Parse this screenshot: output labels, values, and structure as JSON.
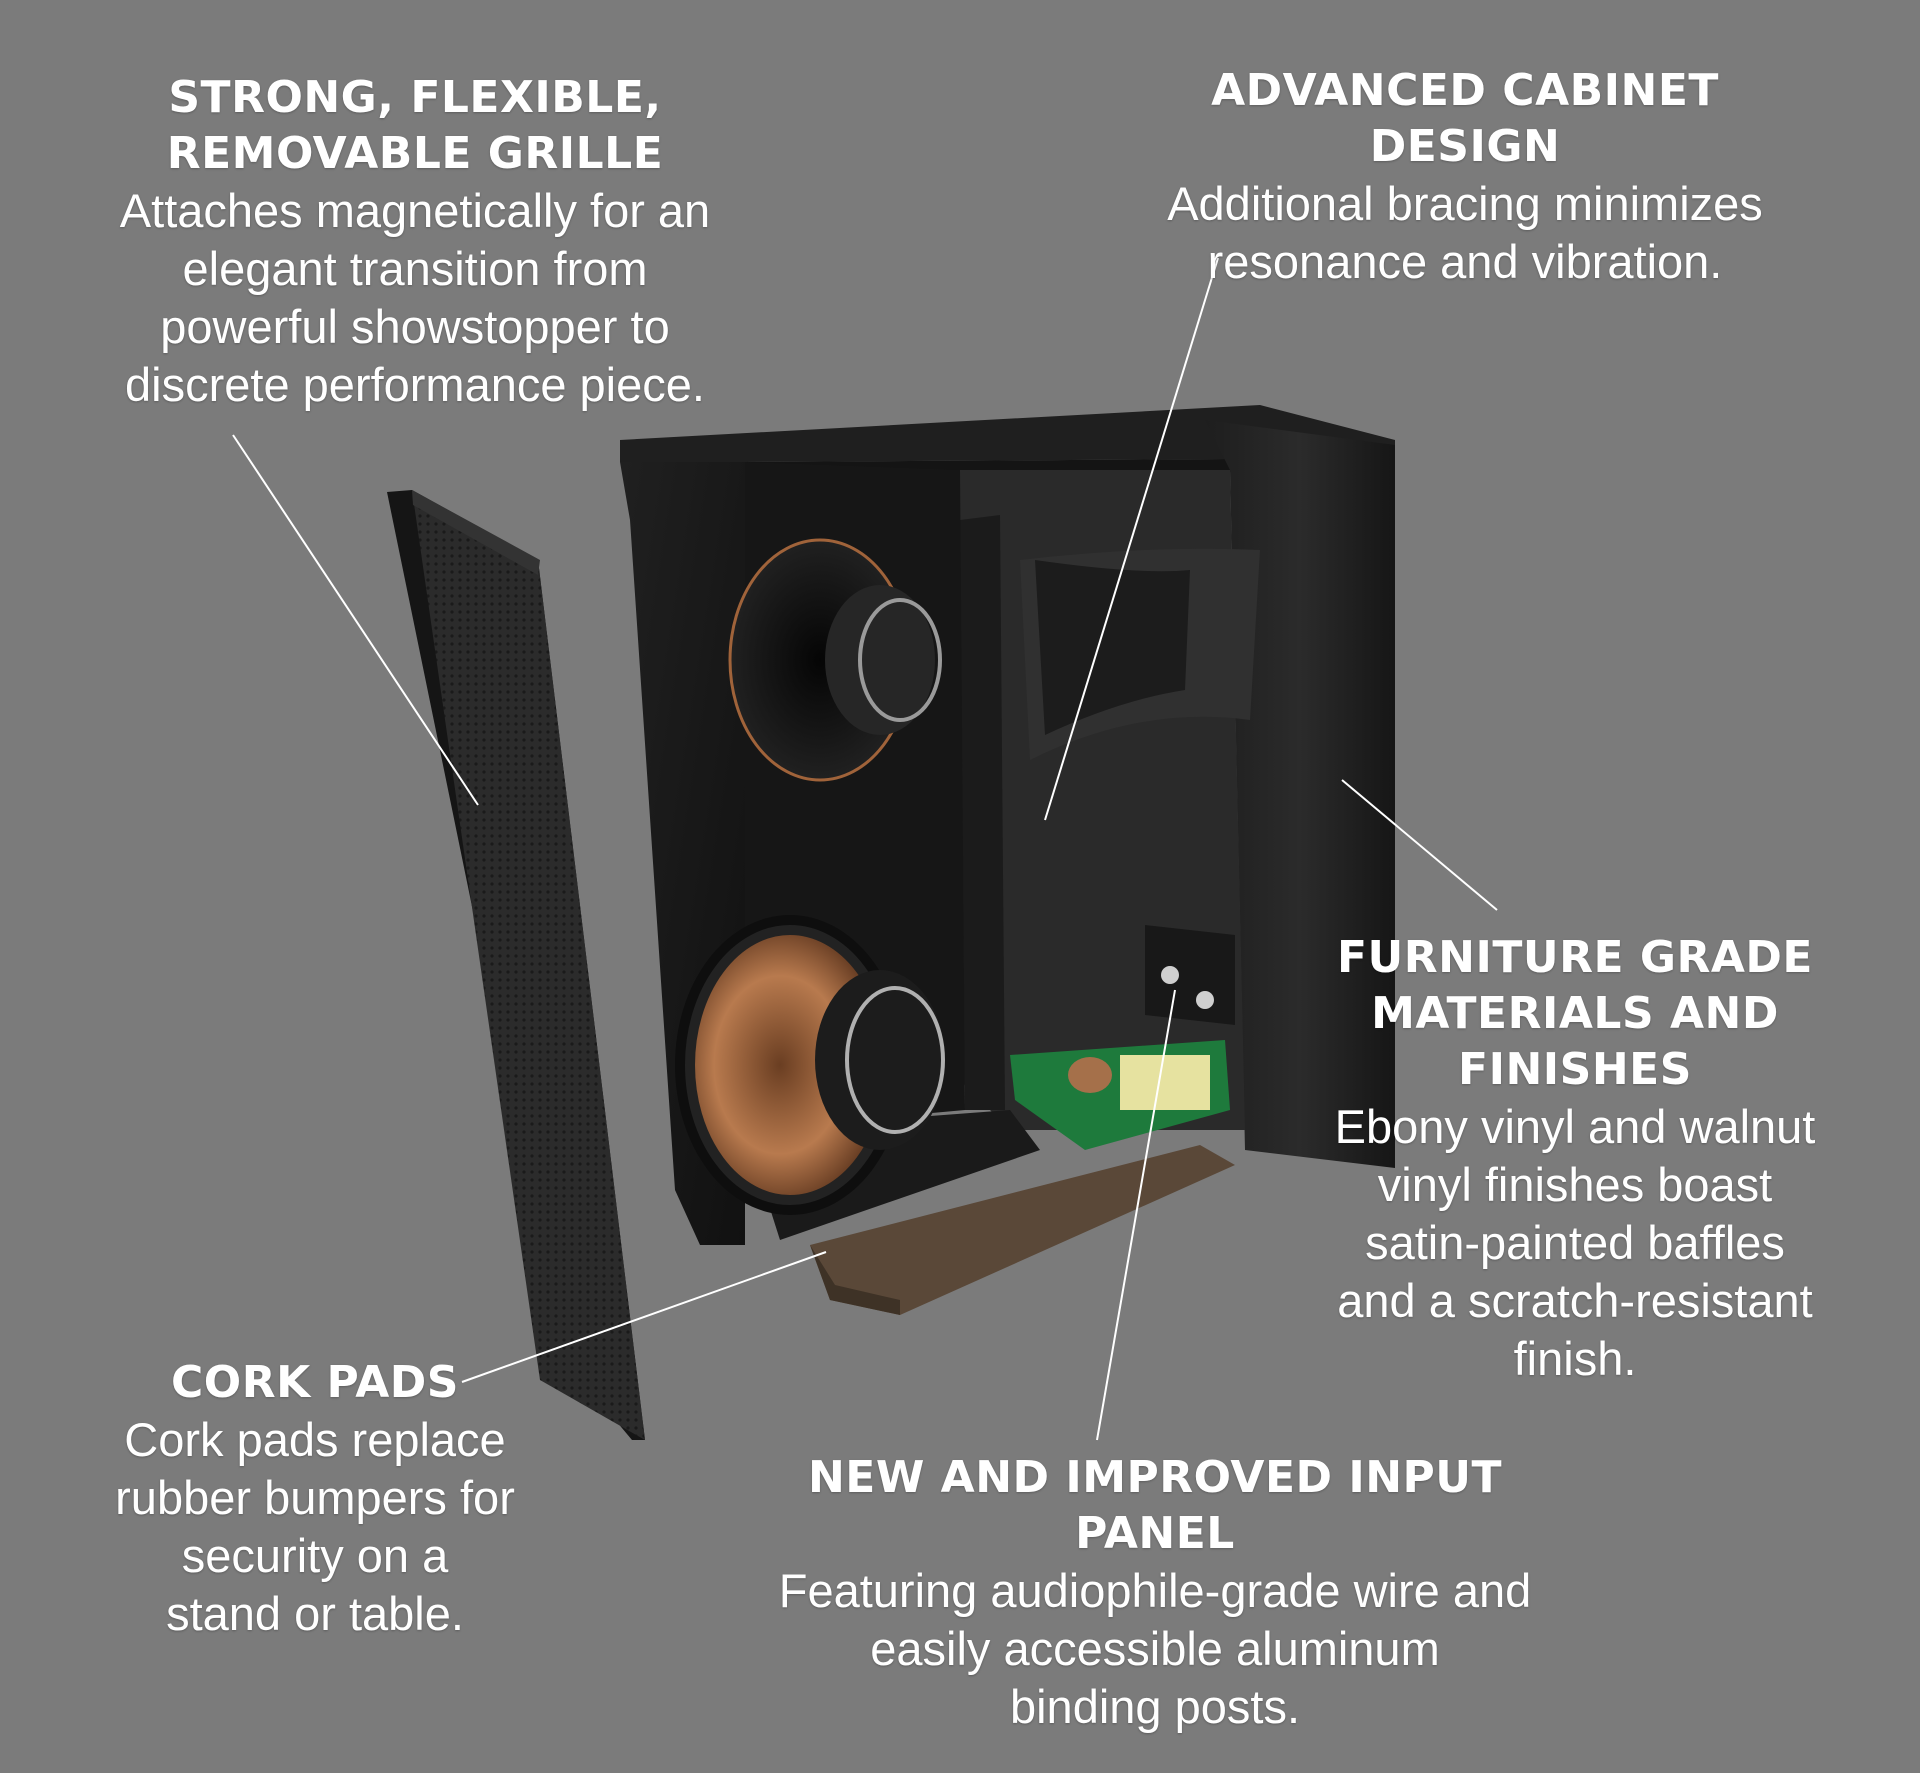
{
  "background_color": "#7b7b7b",
  "text_color": "#ffffff",
  "callouts": {
    "grille": {
      "heading_lines": [
        "STRONG, FLEXIBLE,",
        "REMOVABLE GRILLE"
      ],
      "body_lines": [
        "Attaches magnetically for an",
        "elegant transition from",
        "powerful showstopper to",
        "discrete performance piece."
      ]
    },
    "cabinet": {
      "heading_lines": [
        "ADVANCED CABINET DESIGN"
      ],
      "body_lines": [
        "Additional bracing minimizes",
        "resonance and vibration."
      ]
    },
    "furniture": {
      "heading_lines": [
        "FURNITURE GRADE",
        "MATERIALS AND",
        "FINISHES"
      ],
      "body_lines": [
        "Ebony vinyl and walnut",
        "vinyl finishes boast",
        "satin-painted baffles",
        "and a scratch-resistant",
        "finish."
      ]
    },
    "cork": {
      "heading_lines": [
        "CORK PADS"
      ],
      "body_lines": [
        "Cork pads replace",
        "rubber bumpers for",
        "security on a",
        "stand or table."
      ]
    },
    "input": {
      "heading_lines": [
        "NEW AND IMPROVED INPUT PANEL"
      ],
      "body_lines": [
        "Featuring audiophile-grade wire and",
        "easily accessible aluminum",
        "binding posts."
      ]
    }
  },
  "illustration": {
    "subject": "cutaway bookshelf speaker",
    "parts": [
      "removable-grille",
      "horn-tweeter",
      "woofer",
      "cabinet-brace",
      "crossover-board",
      "input-panel",
      "cork-pad"
    ]
  }
}
